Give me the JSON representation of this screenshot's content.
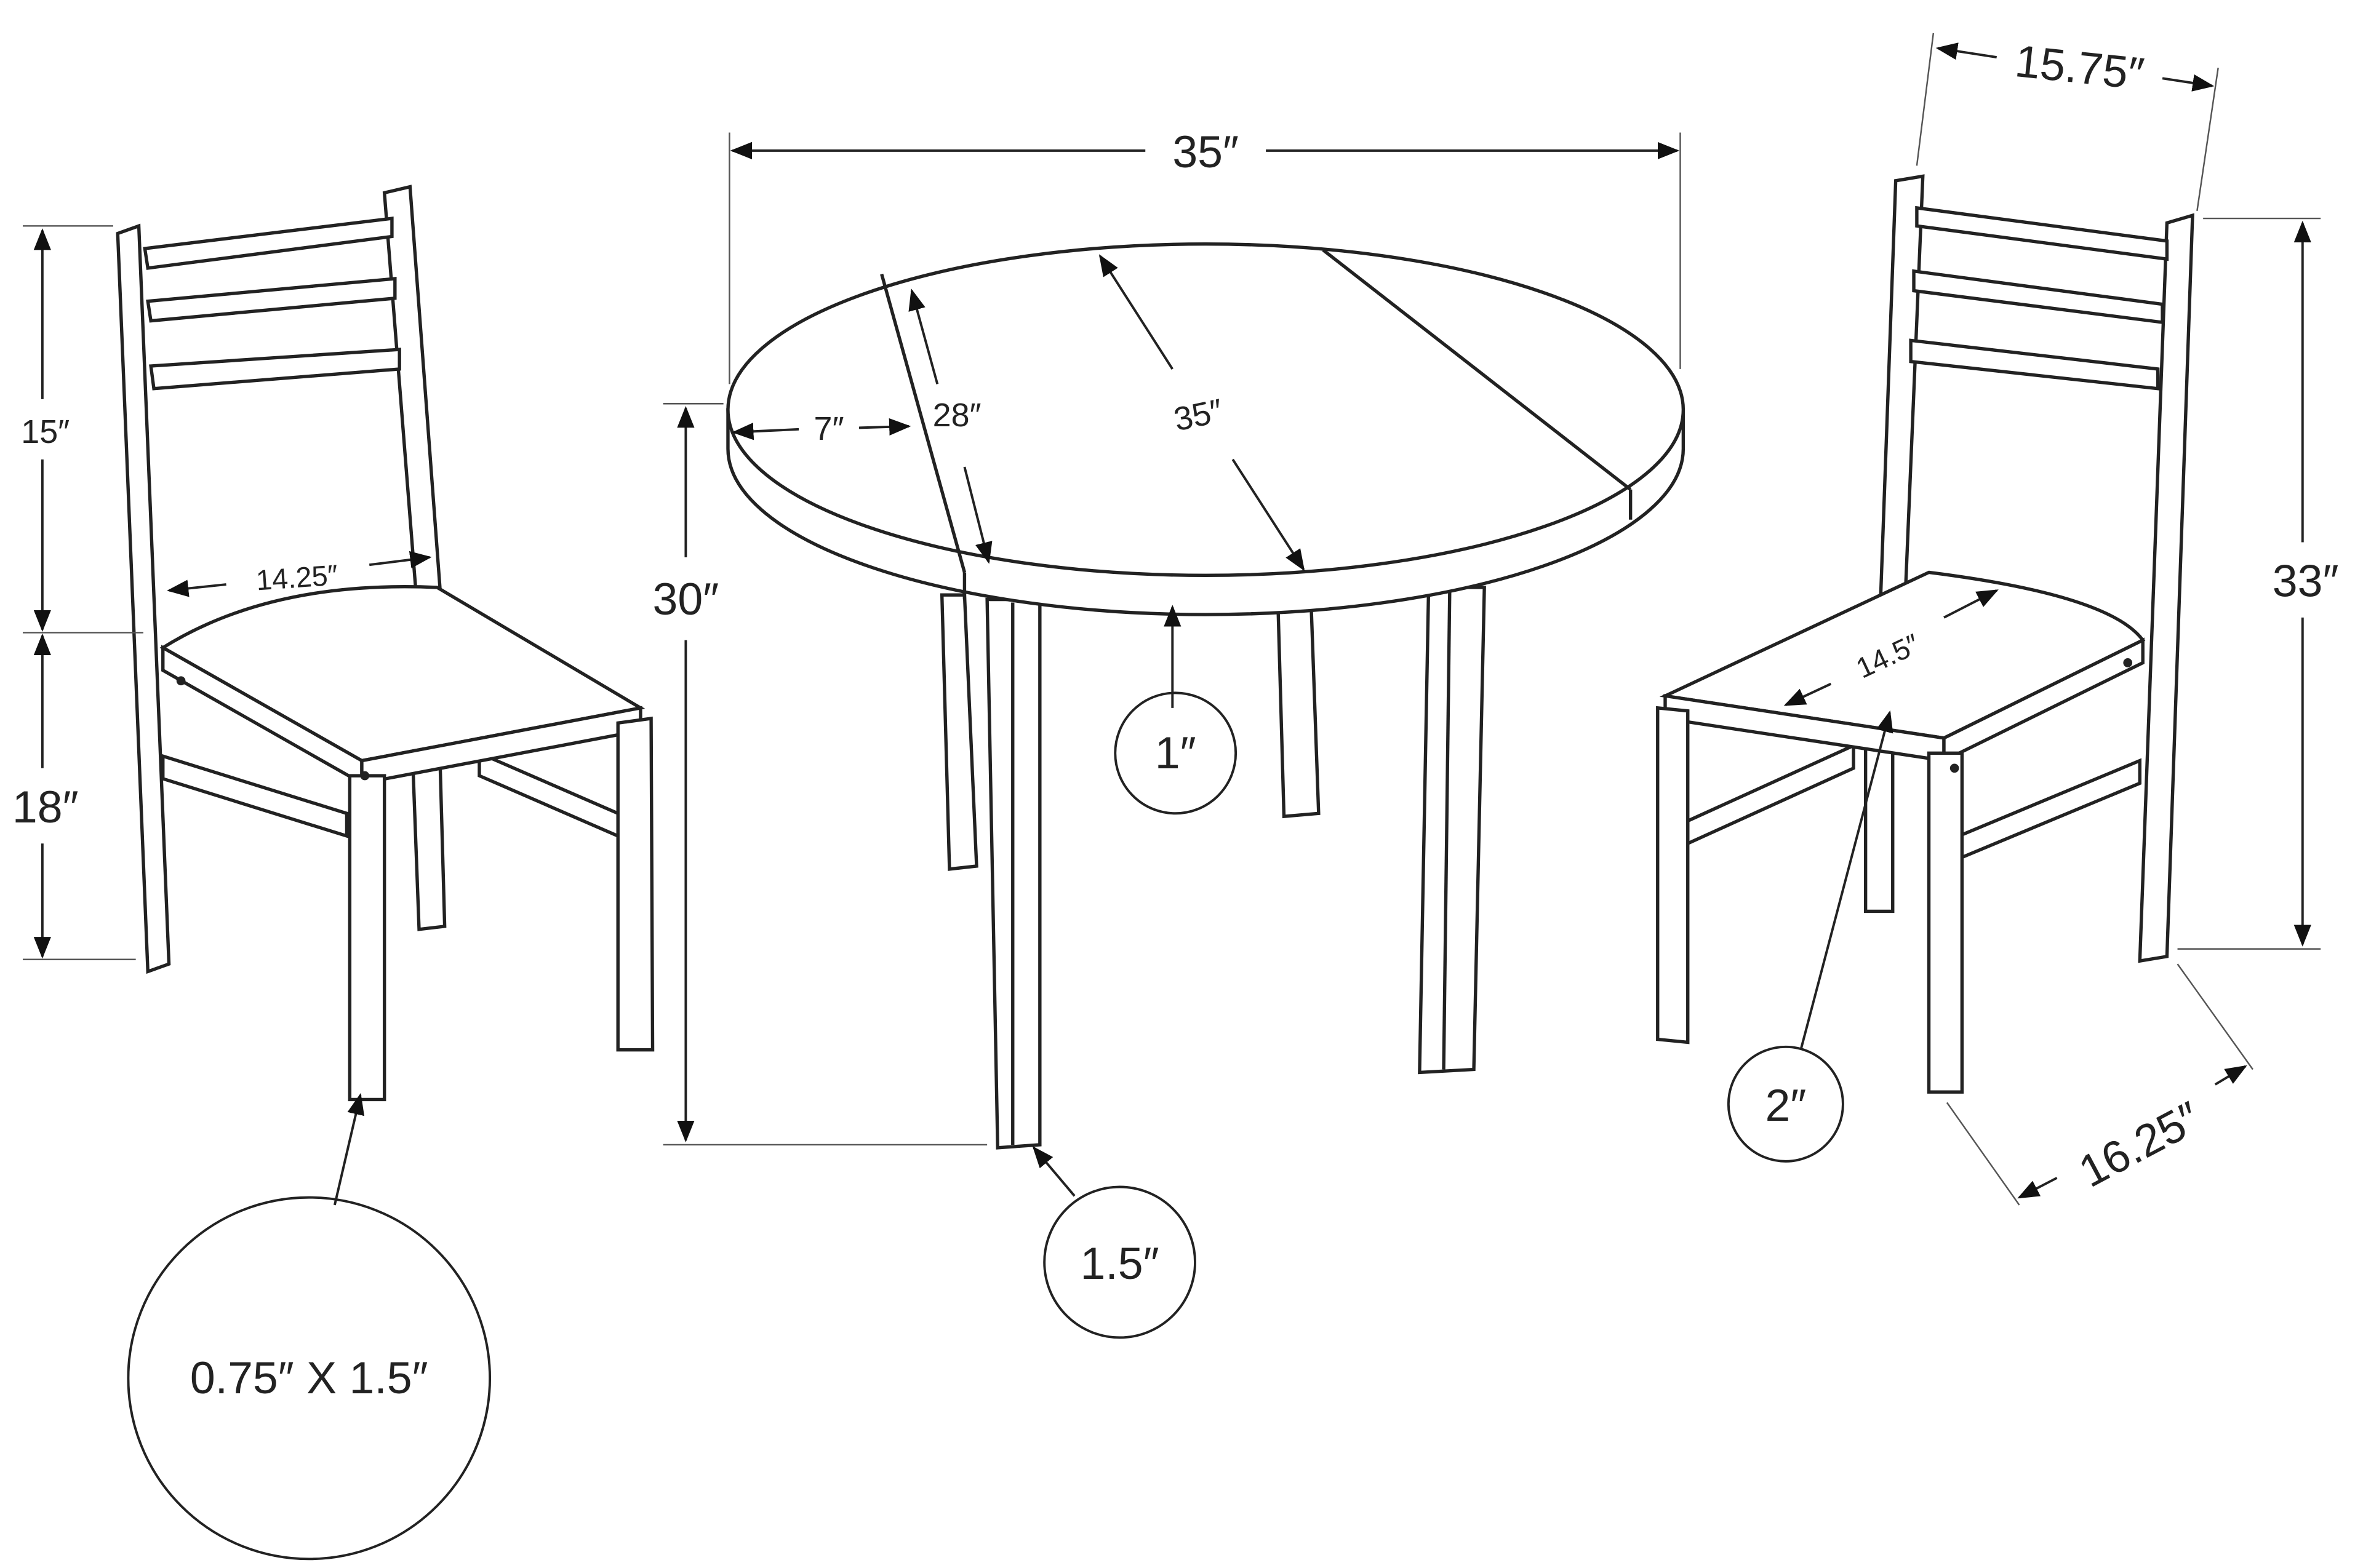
{
  "labels": {
    "table_width": "35″",
    "table_depth": "35″",
    "table_center_section": "28″",
    "table_leaf": "7″",
    "table_height": "30″",
    "tabletop_thickness": "1″",
    "table_leg": "1.5″",
    "chair_back_height": "15″",
    "chair_seat_height": "18″",
    "chair_seat_width_left": "14.25″",
    "chair_leg": "0.75″ X 1.5″",
    "chair_width": "15.75″",
    "chair_total_height": "33″",
    "chair_depth": "16.25″",
    "chair_seat_depth": "14.5″",
    "chair_seat_thickness": "2″"
  },
  "colors": {
    "line": "#222222",
    "background": "#ffffff"
  }
}
